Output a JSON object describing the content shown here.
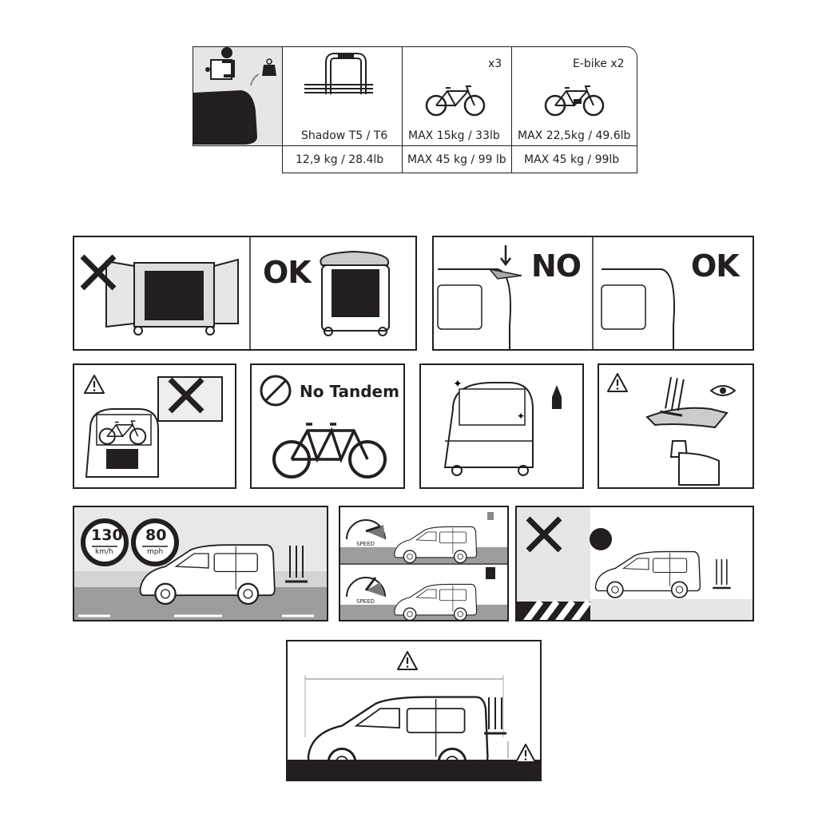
{
  "spec_table": {
    "product_name": "Shadow T5 / T6",
    "product_weight": "12,9 kg / 28.4lb",
    "bike_count": "x3",
    "bike_max_each": "MAX 15kg / 33lb",
    "bike_max_total": "MAX 45 kg / 99 lb",
    "ebike_count": "E-bike x2",
    "ebike_max_each": "MAX 22,5kg / 49.6lb",
    "ebike_max_total": "MAX 45 kg / 99lb"
  },
  "doors_panel": {
    "ok_label": "OK"
  },
  "spoiler_panel": {
    "no_label": "NO",
    "ok_label": "OK"
  },
  "tandem_panel": {
    "label": "No Tandem"
  },
  "speed_panel": {
    "kmh_value": "130",
    "kmh_unit": "km/h",
    "mph_value": "80",
    "mph_unit": "mph"
  },
  "load_speed_panel": {
    "speed_label_top": "SPEED",
    "speed_label_bottom": "SPEED"
  },
  "colors": {
    "ink": "#231f20",
    "gray_bg": "#e6e6e6",
    "road": "#9d9d9d"
  }
}
